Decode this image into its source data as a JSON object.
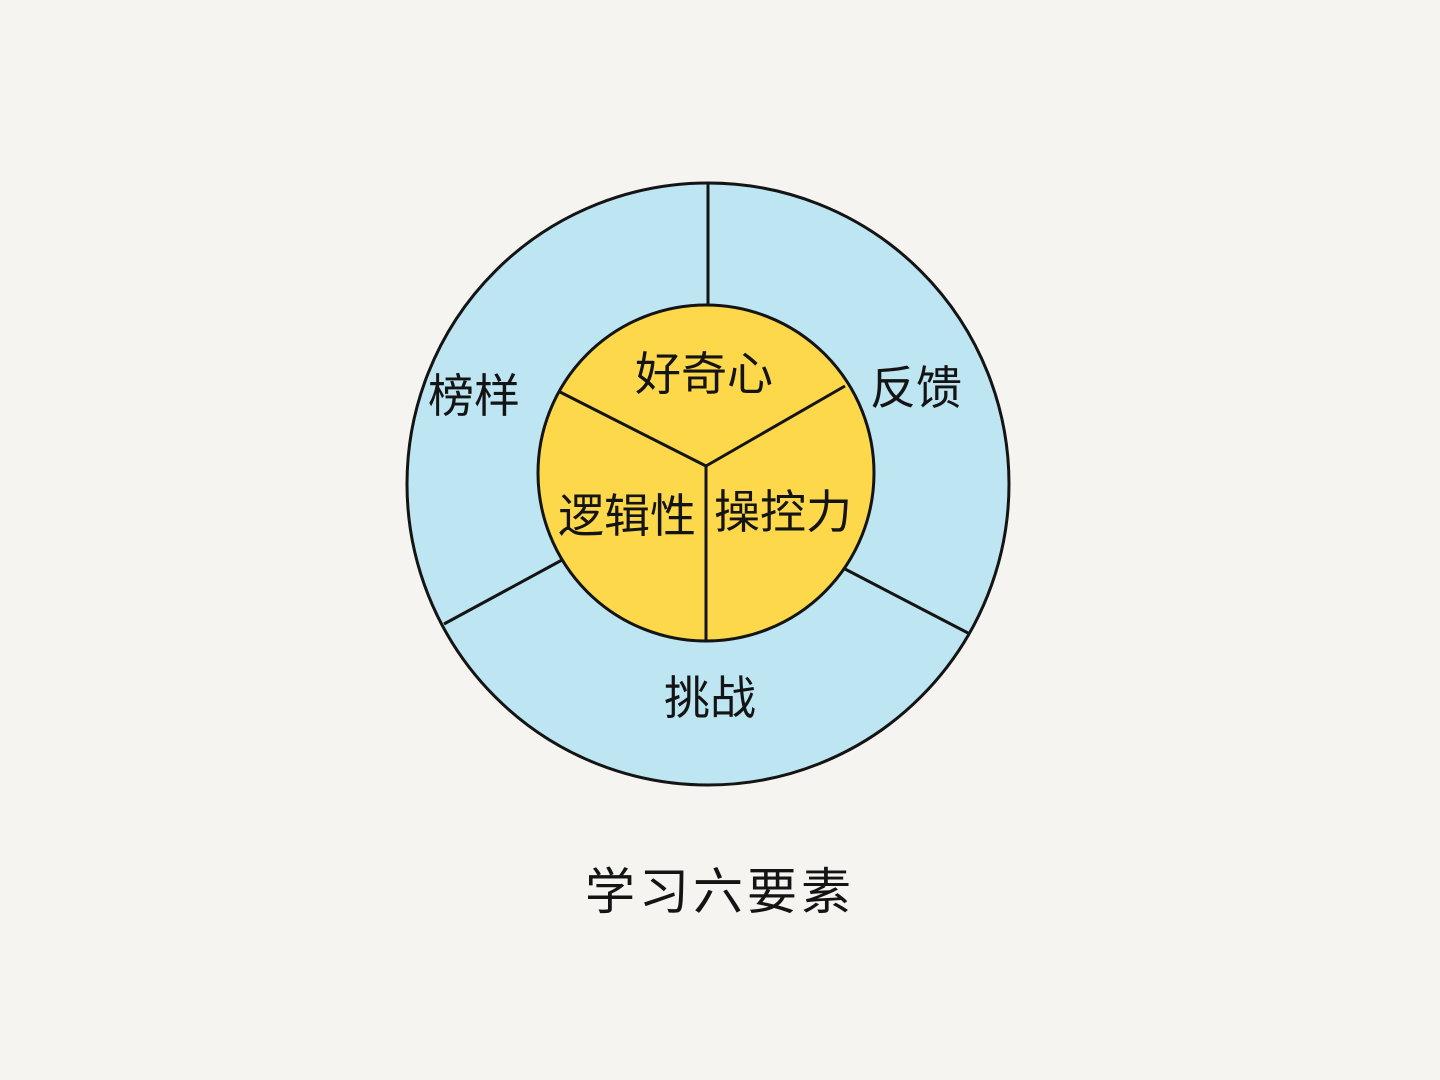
{
  "diagram": {
    "outer_ring": {
      "fill": "#bde6f2",
      "segments": [
        "榜样",
        "反馈",
        "挑战"
      ]
    },
    "inner_circle": {
      "fill": "#fdd84a",
      "segments": [
        "好奇心",
        "操控力",
        "逻辑性"
      ]
    },
    "stroke": "#141414"
  },
  "title": "学习六要素"
}
